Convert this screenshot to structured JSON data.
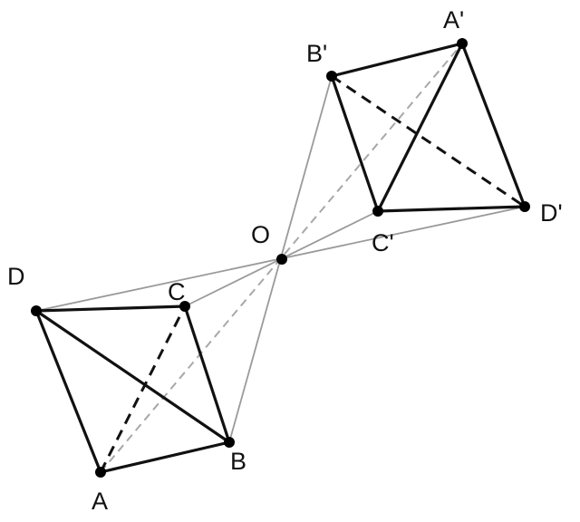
{
  "figure": {
    "points": {
      "O": "O",
      "A": "A",
      "B": "B",
      "C": "C",
      "D": "D",
      "A_prime": "A'",
      "B_prime": "B'",
      "C_prime": "C'",
      "D_prime": "D'"
    }
  }
}
